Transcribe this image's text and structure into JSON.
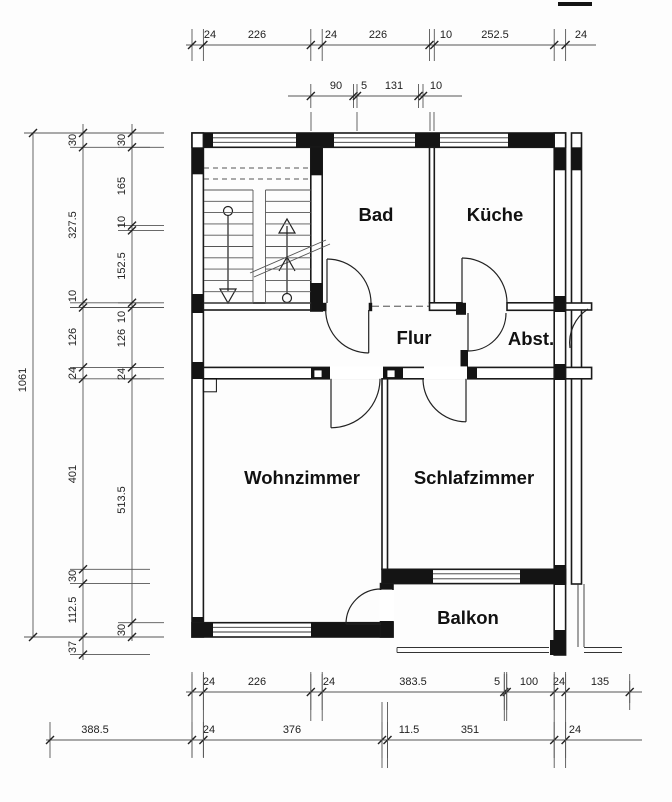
{
  "rooms": {
    "bad": "Bad",
    "kueche": "Küche",
    "flur": "Flur",
    "abst": "Abst.",
    "wohnzimmer": "Wohnzimmer",
    "schlafzimmer": "Schlafzimmer",
    "balkon": "Balkon"
  },
  "dims": {
    "top1": [
      "24",
      "226",
      "24",
      "226",
      "10",
      "252.5",
      "24"
    ],
    "top2": [
      "90",
      "5",
      "131",
      "10"
    ],
    "bottom1": [
      "24",
      "226",
      "24",
      "383.5",
      "5",
      "100",
      "24",
      "135"
    ],
    "bottom2": [
      "388.5",
      "24",
      "376",
      "11.5",
      "351",
      "24"
    ],
    "leftA": [
      "1061"
    ],
    "leftB": [
      "30",
      "327.5",
      "10",
      "126",
      "24",
      "401",
      "30",
      "112.5",
      "37"
    ],
    "leftC": [
      "30",
      "165",
      "10",
      "152.5",
      "10",
      "126",
      "24",
      "513.5",
      "30"
    ]
  }
}
